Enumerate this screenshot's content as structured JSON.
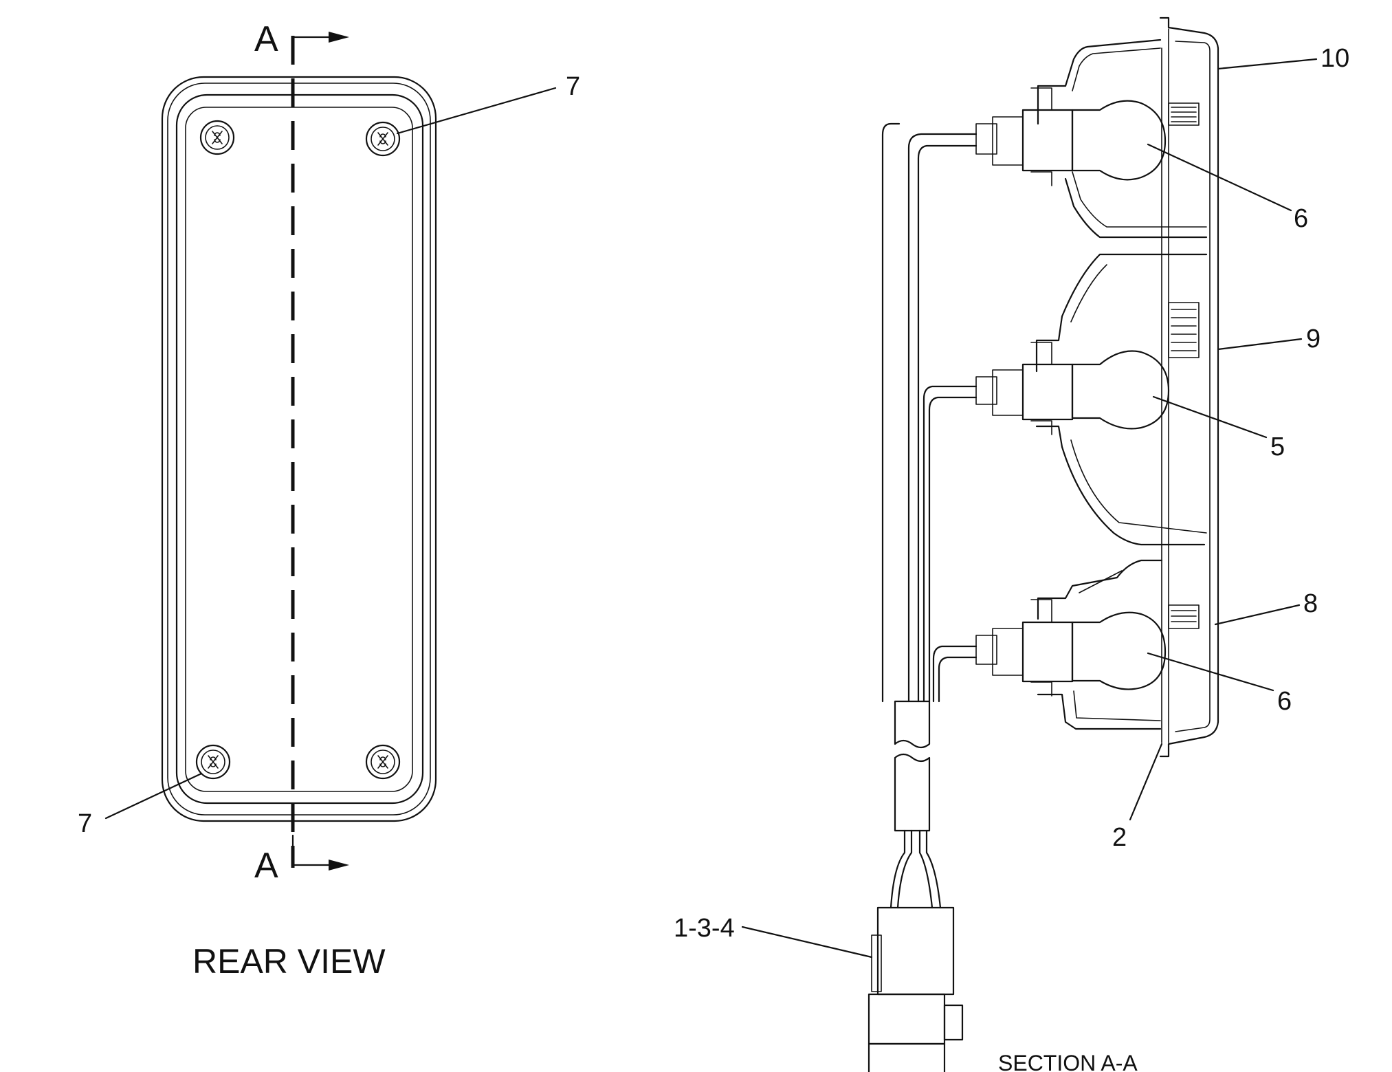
{
  "section_marker": {
    "top": "A",
    "bottom": "A"
  },
  "rear_view": {
    "caption": "REAR VIEW"
  },
  "section_view": {
    "caption": "SECTION A-A"
  },
  "callouts": {
    "rear_screw_top": "7",
    "rear_screw_bottom": "7",
    "item_10": "10",
    "item_6_upper": "6",
    "item_9": "9",
    "item_5": "5",
    "item_8": "8",
    "item_6_lower": "6",
    "item_2": "2",
    "item_1_3_4": "1-3-4"
  }
}
